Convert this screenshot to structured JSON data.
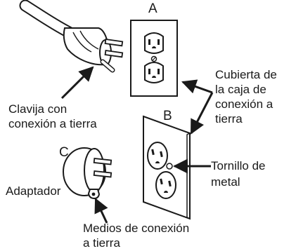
{
  "labels": {
    "a": "A",
    "b": "B",
    "c": "C",
    "plug": [
      "Clavija con",
      "conexión a tierra"
    ],
    "cover": [
      "Cubierta de",
      "la caja de",
      "conexión a",
      "tierra"
    ],
    "screw": [
      "Tornillo de",
      "metal"
    ],
    "adapter": "Adaptador",
    "ground_means": [
      "Medios de conexión",
      "a tierra"
    ]
  },
  "colors": {
    "line": "#1a1a1a",
    "plug_fill": "#ffffff"
  }
}
